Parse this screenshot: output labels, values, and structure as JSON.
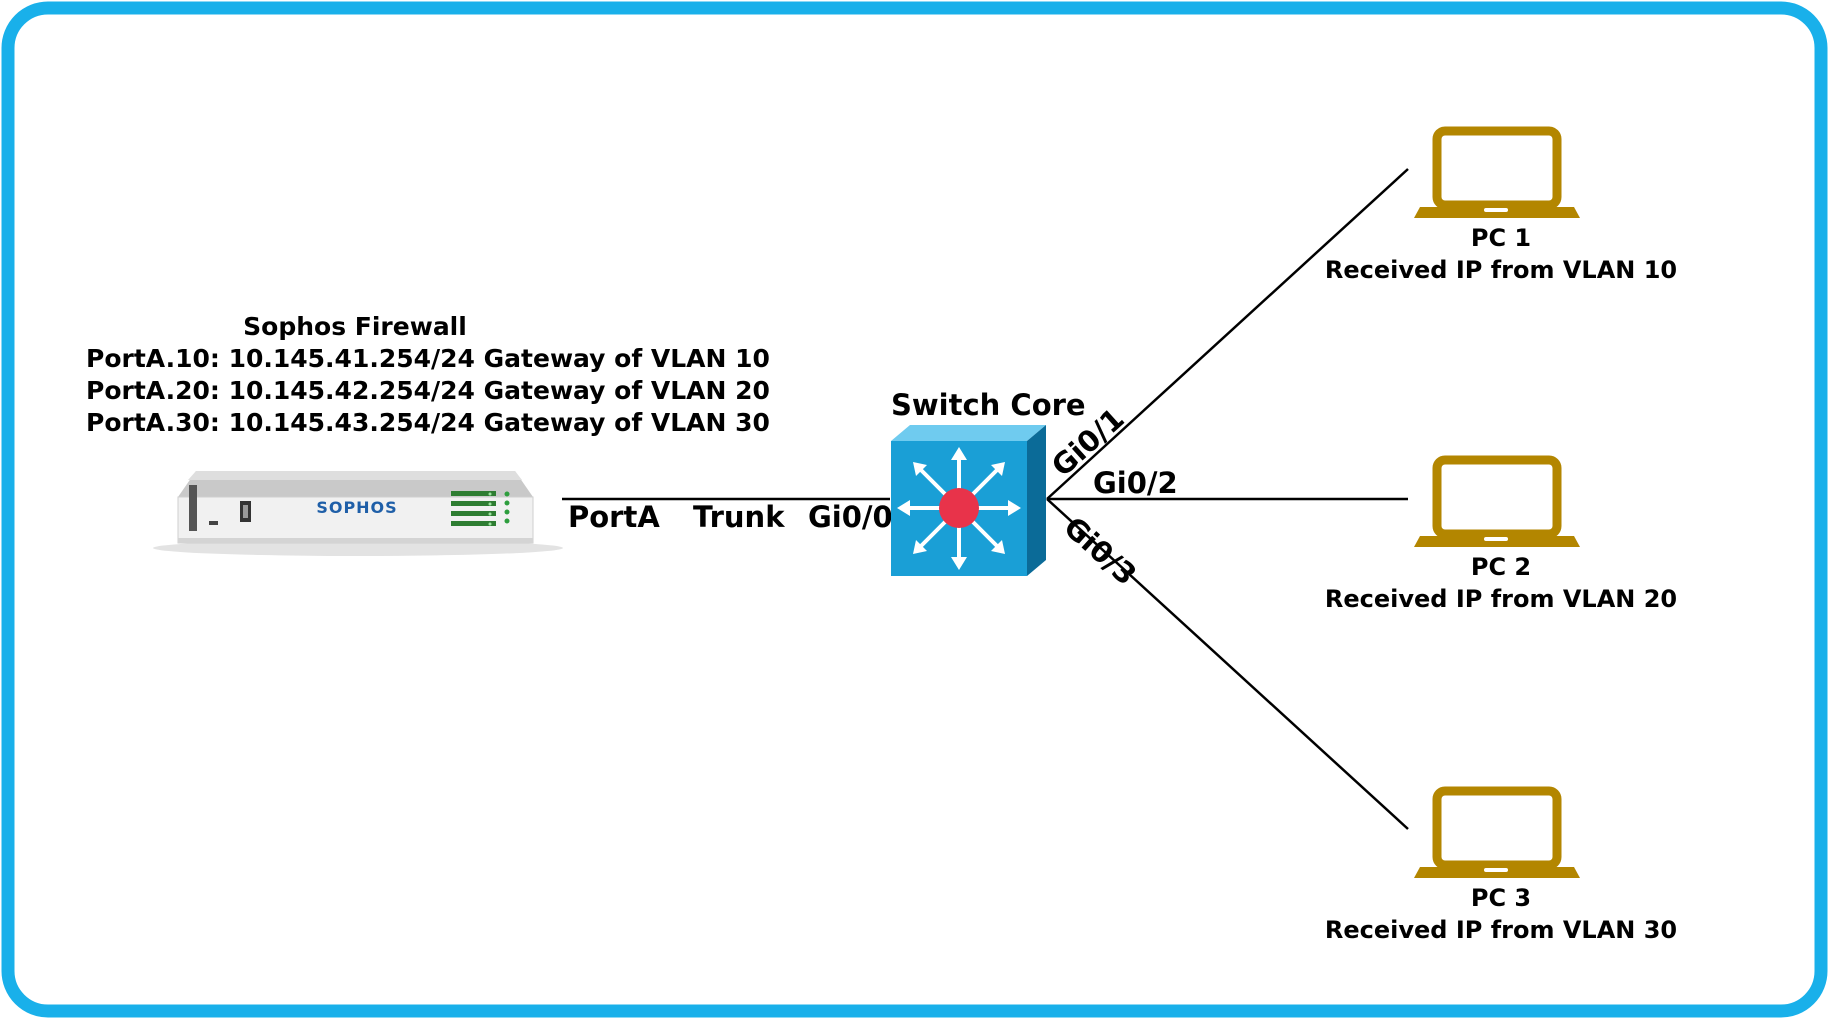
{
  "firewall": {
    "title": "Sophos Firewall",
    "lines": [
      "PortA.10: 10.145.41.254/24 Gateway of VLAN 10",
      "PortA.20: 10.145.42.254/24 Gateway of VLAN 20",
      "PortA.30: 10.145.43.254/24 Gateway of VLAN 30"
    ],
    "brand": "SOPHOS"
  },
  "link": {
    "port": "PortA",
    "type": "Trunk",
    "switch_port": "Gi0/0"
  },
  "switch": {
    "title": "Switch Core",
    "ports": [
      "Gi0/1",
      "Gi0/2",
      "Gi0/3"
    ]
  },
  "pcs": [
    {
      "name": "PC 1",
      "status": "Received IP from VLAN 10"
    },
    {
      "name": "PC 2",
      "status": "Received IP from VLAN 20"
    },
    {
      "name": "PC 3",
      "status": "Received IP from VLAN 30"
    }
  ],
  "colors": {
    "frame": "#19b0ea",
    "laptop": "#b38600",
    "switch_front": "#1a9fd6",
    "switch_top": "#6fcbef",
    "switch_side": "#0b6b98",
    "switch_center": "#e8334a"
  }
}
